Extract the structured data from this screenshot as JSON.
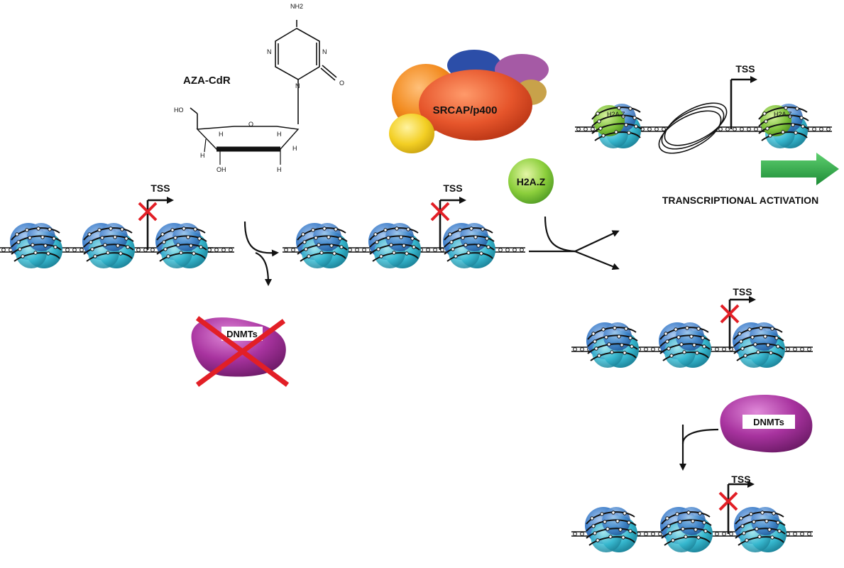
{
  "drug": {
    "name": "AZA-CdR",
    "atoms": {
      "nh2": "NH2",
      "n_left": "N",
      "n_right": "N",
      "n_bottom": "N",
      "o_keto": "O",
      "o_ring": "O",
      "ho": "HO",
      "oh": "OH",
      "h": "H"
    }
  },
  "complex_label": "SRCAP/p400",
  "free_histone_label": "H2A.Z",
  "nucleosome_variant_label": "H2A.Z",
  "tss_label": "TSS",
  "enzyme_label": "DNMTs",
  "outcome_label": "TRANSCRIPTIONAL ACTIVATION",
  "colors": {
    "complex_main": "#e6552b",
    "complex_orange": "#f28a1e",
    "complex_yellow": "#f3cf24",
    "complex_blue": "#2c4ea8",
    "complex_violet": "#a55aa5",
    "complex_khaki": "#c8a24a",
    "histone_green": "#7cc13a",
    "dnmt_magenta": "#a8339f",
    "arrow_green": "#25a843",
    "nucleosome_blue": "#3f7ec9",
    "nucleosome_cyan": "#36b8cf",
    "inhibit_red": "#e21f26"
  }
}
